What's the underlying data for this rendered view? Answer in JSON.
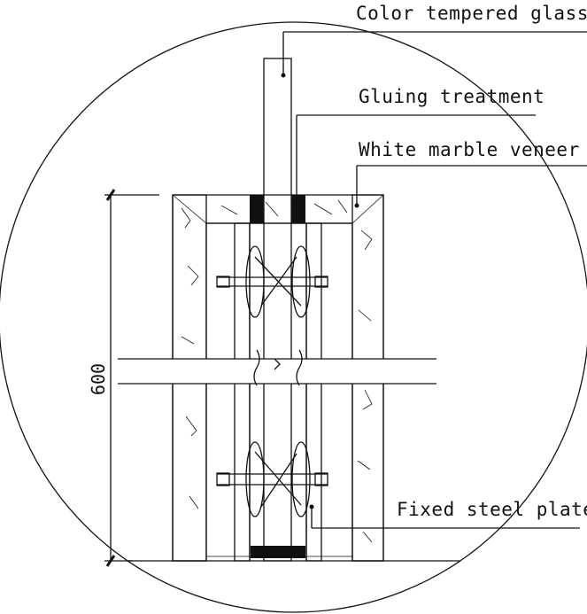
{
  "labels": {
    "glass": "Color tempered glass",
    "gluing": "Gluing treatment",
    "marble": "White marble veneer",
    "steel": "Fixed steel plate"
  },
  "dimension": {
    "value": "600"
  }
}
